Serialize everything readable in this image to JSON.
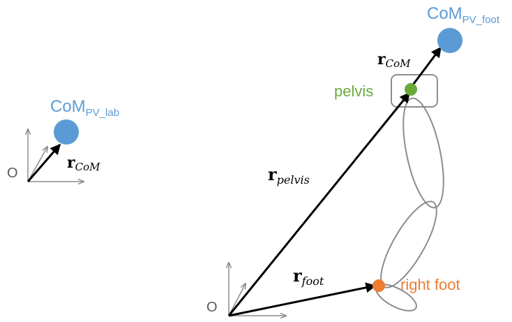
{
  "colors": {
    "com_blue": "#5b9bd5",
    "pelvis_green": "#6aaa3a",
    "foot_orange": "#ed7d31",
    "vector_black": "#000000",
    "axis_gray": "#8c8c8c",
    "body_outline_gray": "#8c8c8c"
  },
  "left_panel": {
    "com_label_base": "CoM",
    "com_label_sub": "PV_lab",
    "origin_label": "O",
    "vector_label_base": "r",
    "vector_label_sub": "CoM"
  },
  "right_panel": {
    "com_label_base": "CoM",
    "com_label_sub": "PV_foot",
    "pelvis_label": "pelvis",
    "foot_label": "right foot",
    "origin_label": "O",
    "r_com_base": "r",
    "r_com_sub": "CoM",
    "r_pelvis_base": "r",
    "r_pelvis_sub": "pelvis",
    "r_foot_base": "r",
    "r_foot_sub": "foot"
  }
}
